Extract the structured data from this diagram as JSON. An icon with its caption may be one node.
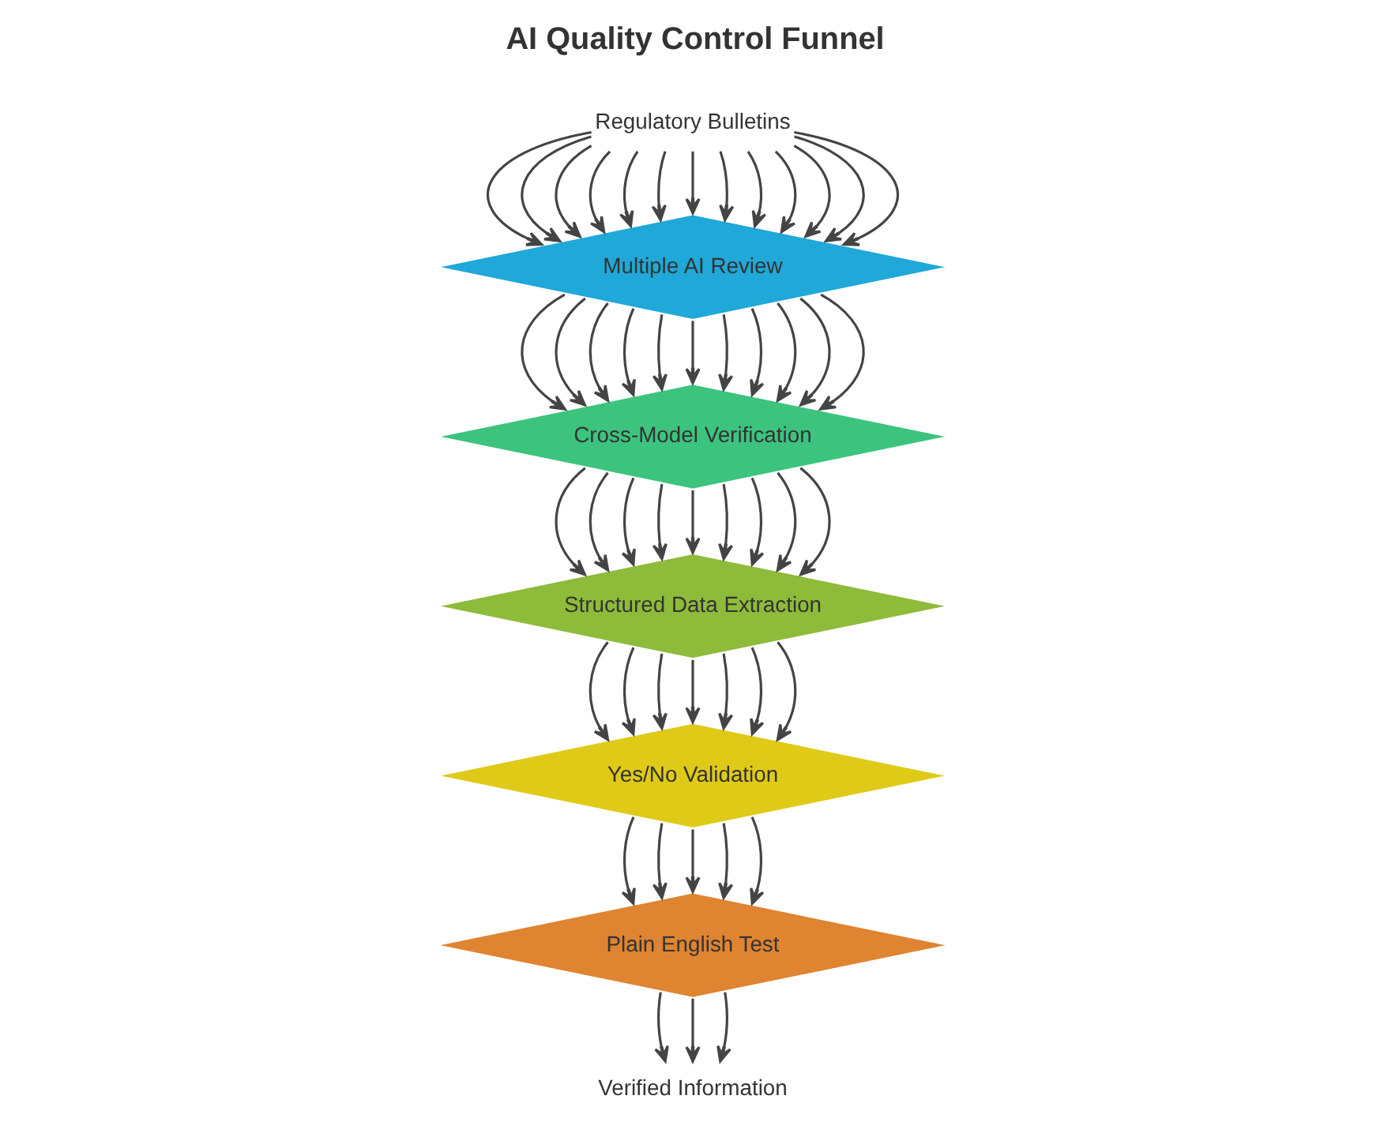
{
  "diagram": {
    "title": "AI Quality Control Funnel",
    "nodes": [
      {
        "text": [
          "Regulatory Bulletins"
        ]
      },
      {
        "text": [
          "Multiple AI Review"
        ]
      },
      {
        "text": [
          "Cross-Model Verification"
        ]
      },
      {
        "text": [
          "Structured Data Extraction"
        ]
      },
      {
        "text": [
          "Yes/No Validation"
        ]
      },
      {
        "text": [
          "Plain English Test"
        ]
      },
      {
        "text": [
          "Verified Information"
        ]
      }
    ],
    "edges": [
      {
        "from": 0,
        "to": 1,
        "arrow": "to"
      },
      {
        "from": 0,
        "to": 1,
        "arrow": "to"
      },
      {
        "from": 0,
        "to": 1,
        "arrow": "to"
      },
      {
        "from": 0,
        "to": 1,
        "arrow": "to"
      },
      {
        "from": 0,
        "to": 1,
        "arrow": "to"
      },
      {
        "from": 0,
        "to": 1,
        "arrow": "to"
      },
      {
        "from": 0,
        "to": 1,
        "arrow": "to"
      },
      {
        "from": 0,
        "to": 1,
        "arrow": "to"
      },
      {
        "from": 0,
        "to": 1,
        "arrow": "to"
      },
      {
        "from": 0,
        "to": 1,
        "arrow": "to"
      },
      {
        "from": 0,
        "to": 1,
        "arrow": "to"
      },
      {
        "from": 0,
        "to": 1,
        "arrow": "to"
      },
      {
        "from": 0,
        "to": 1,
        "arrow": "to"
      },
      {
        "from": 1,
        "to": 2,
        "arrow": "to"
      },
      {
        "from": 1,
        "to": 2,
        "arrow": "to"
      },
      {
        "from": 1,
        "to": 2,
        "arrow": "to"
      },
      {
        "from": 1,
        "to": 2,
        "arrow": "to"
      },
      {
        "from": 1,
        "to": 2,
        "arrow": "to"
      },
      {
        "from": 1,
        "to": 2,
        "arrow": "to"
      },
      {
        "from": 1,
        "to": 2,
        "arrow": "to"
      },
      {
        "from": 1,
        "to": 2,
        "arrow": "to"
      },
      {
        "from": 1,
        "to": 2,
        "arrow": "to"
      },
      {
        "from": 1,
        "to": 2,
        "arrow": "to"
      },
      {
        "from": 1,
        "to": 2,
        "arrow": "to"
      },
      {
        "from": 2,
        "to": 3,
        "arrow": "to"
      },
      {
        "from": 2,
        "to": 3,
        "arrow": "to"
      },
      {
        "from": 2,
        "to": 3,
        "arrow": "to"
      },
      {
        "from": 2,
        "to": 3,
        "arrow": "to"
      },
      {
        "from": 2,
        "to": 3,
        "arrow": "to"
      },
      {
        "from": 2,
        "to": 3,
        "arrow": "to"
      },
      {
        "from": 2,
        "to": 3,
        "arrow": "to"
      },
      {
        "from": 2,
        "to": 3,
        "arrow": "to"
      },
      {
        "from": 2,
        "to": 3,
        "arrow": "to"
      },
      {
        "from": 3,
        "to": 4,
        "arrow": "to"
      },
      {
        "from": 3,
        "to": 4,
        "arrow": "to"
      },
      {
        "from": 3,
        "to": 4,
        "arrow": "to"
      },
      {
        "from": 3,
        "to": 4,
        "arrow": "to"
      },
      {
        "from": 3,
        "to": 4,
        "arrow": "to"
      },
      {
        "from": 3,
        "to": 4,
        "arrow": "to"
      },
      {
        "from": 3,
        "to": 4,
        "arrow": "to"
      },
      {
        "from": 4,
        "to": 5,
        "arrow": "to"
      },
      {
        "from": 4,
        "to": 5,
        "arrow": "to"
      },
      {
        "from": 4,
        "to": 5,
        "arrow": "to"
      },
      {
        "from": 4,
        "to": 5,
        "arrow": "to"
      },
      {
        "from": 4,
        "to": 5,
        "arrow": "to"
      },
      {
        "from": 5,
        "to": 6,
        "arrow": "to"
      },
      {
        "from": 5,
        "to": 6,
        "arrow": "to"
      },
      {
        "from": 5,
        "to": 6,
        "arrow": "to"
      }
    ]
  }
}
